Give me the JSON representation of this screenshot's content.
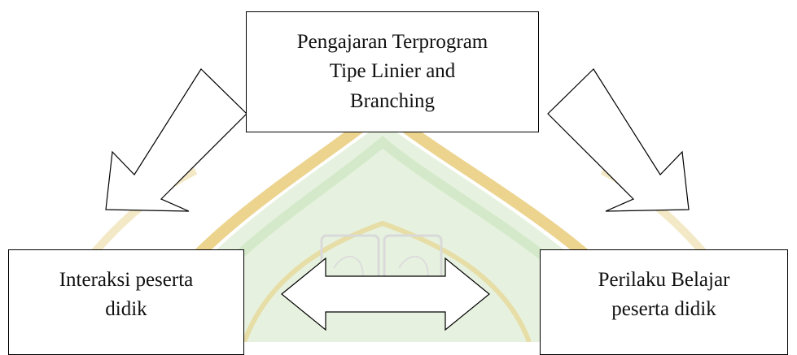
{
  "diagram": {
    "top_box": {
      "lines": [
        "Pengajaran  Terprogram",
        "Tipe Linier  and",
        "Branching"
      ]
    },
    "left_box": {
      "lines": [
        "Interaksi  peserta",
        "didik"
      ]
    },
    "right_box": {
      "lines": [
        "Perilaku  Belajar",
        "peserta didik"
      ]
    },
    "colors": {
      "watermark_gold": "#d9b24a",
      "watermark_green": "#bfe0b5",
      "border": "#000000"
    }
  }
}
